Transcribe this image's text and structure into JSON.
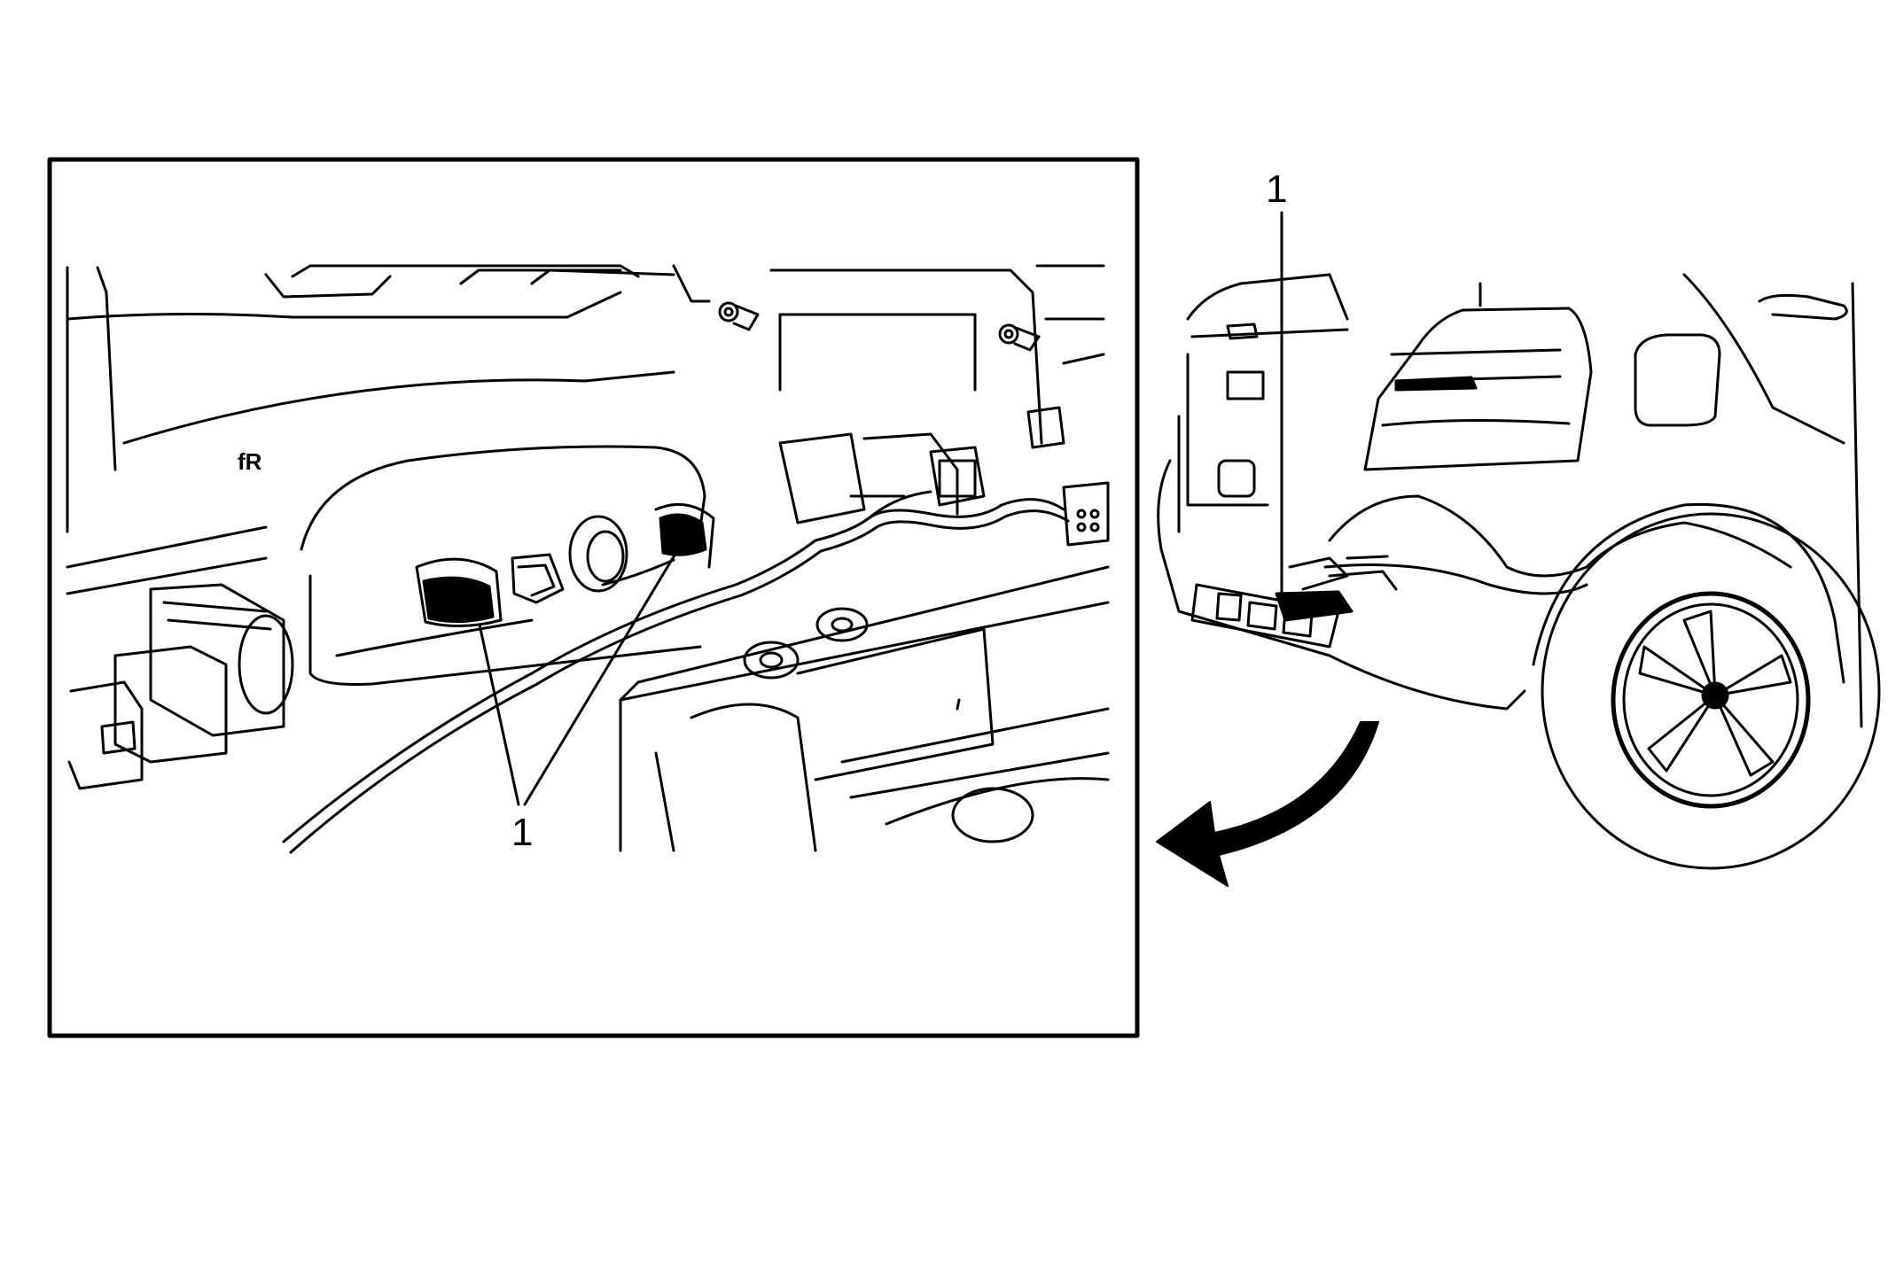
{
  "illustration": {
    "callouts": {
      "inset": "1",
      "vehicle": "1"
    },
    "stamp_text": "fR",
    "colors": {
      "line": "#000000",
      "fill": "#ffffff"
    },
    "icons": [
      "direction-arrow-icon"
    ]
  }
}
